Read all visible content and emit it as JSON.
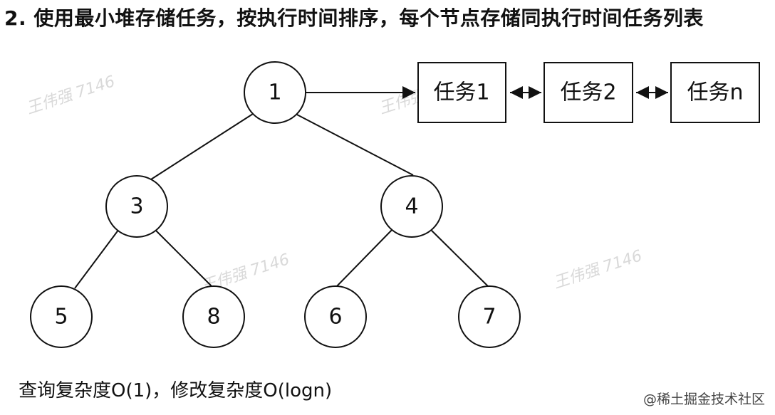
{
  "title": "2. 使用最小堆存储任务，按执行时间排序，每个节点存储同执行时间任务列表",
  "heap_nodes": [
    {
      "id": "n1",
      "label": "1"
    },
    {
      "id": "n3",
      "label": "3"
    },
    {
      "id": "n4",
      "label": "4"
    },
    {
      "id": "n5",
      "label": "5"
    },
    {
      "id": "n8",
      "label": "8"
    },
    {
      "id": "n6",
      "label": "6"
    },
    {
      "id": "n7",
      "label": "7"
    }
  ],
  "task_list": [
    {
      "id": "t1",
      "label": "任务1"
    },
    {
      "id": "t2",
      "label": "任务2"
    },
    {
      "id": "tn",
      "label": "任务n"
    }
  ],
  "complexity_note": "查询复杂度O(1)，修改复杂度O(logn)",
  "watermark": "王伟强 7146",
  "source_label": "@稀土掘金技术社区"
}
